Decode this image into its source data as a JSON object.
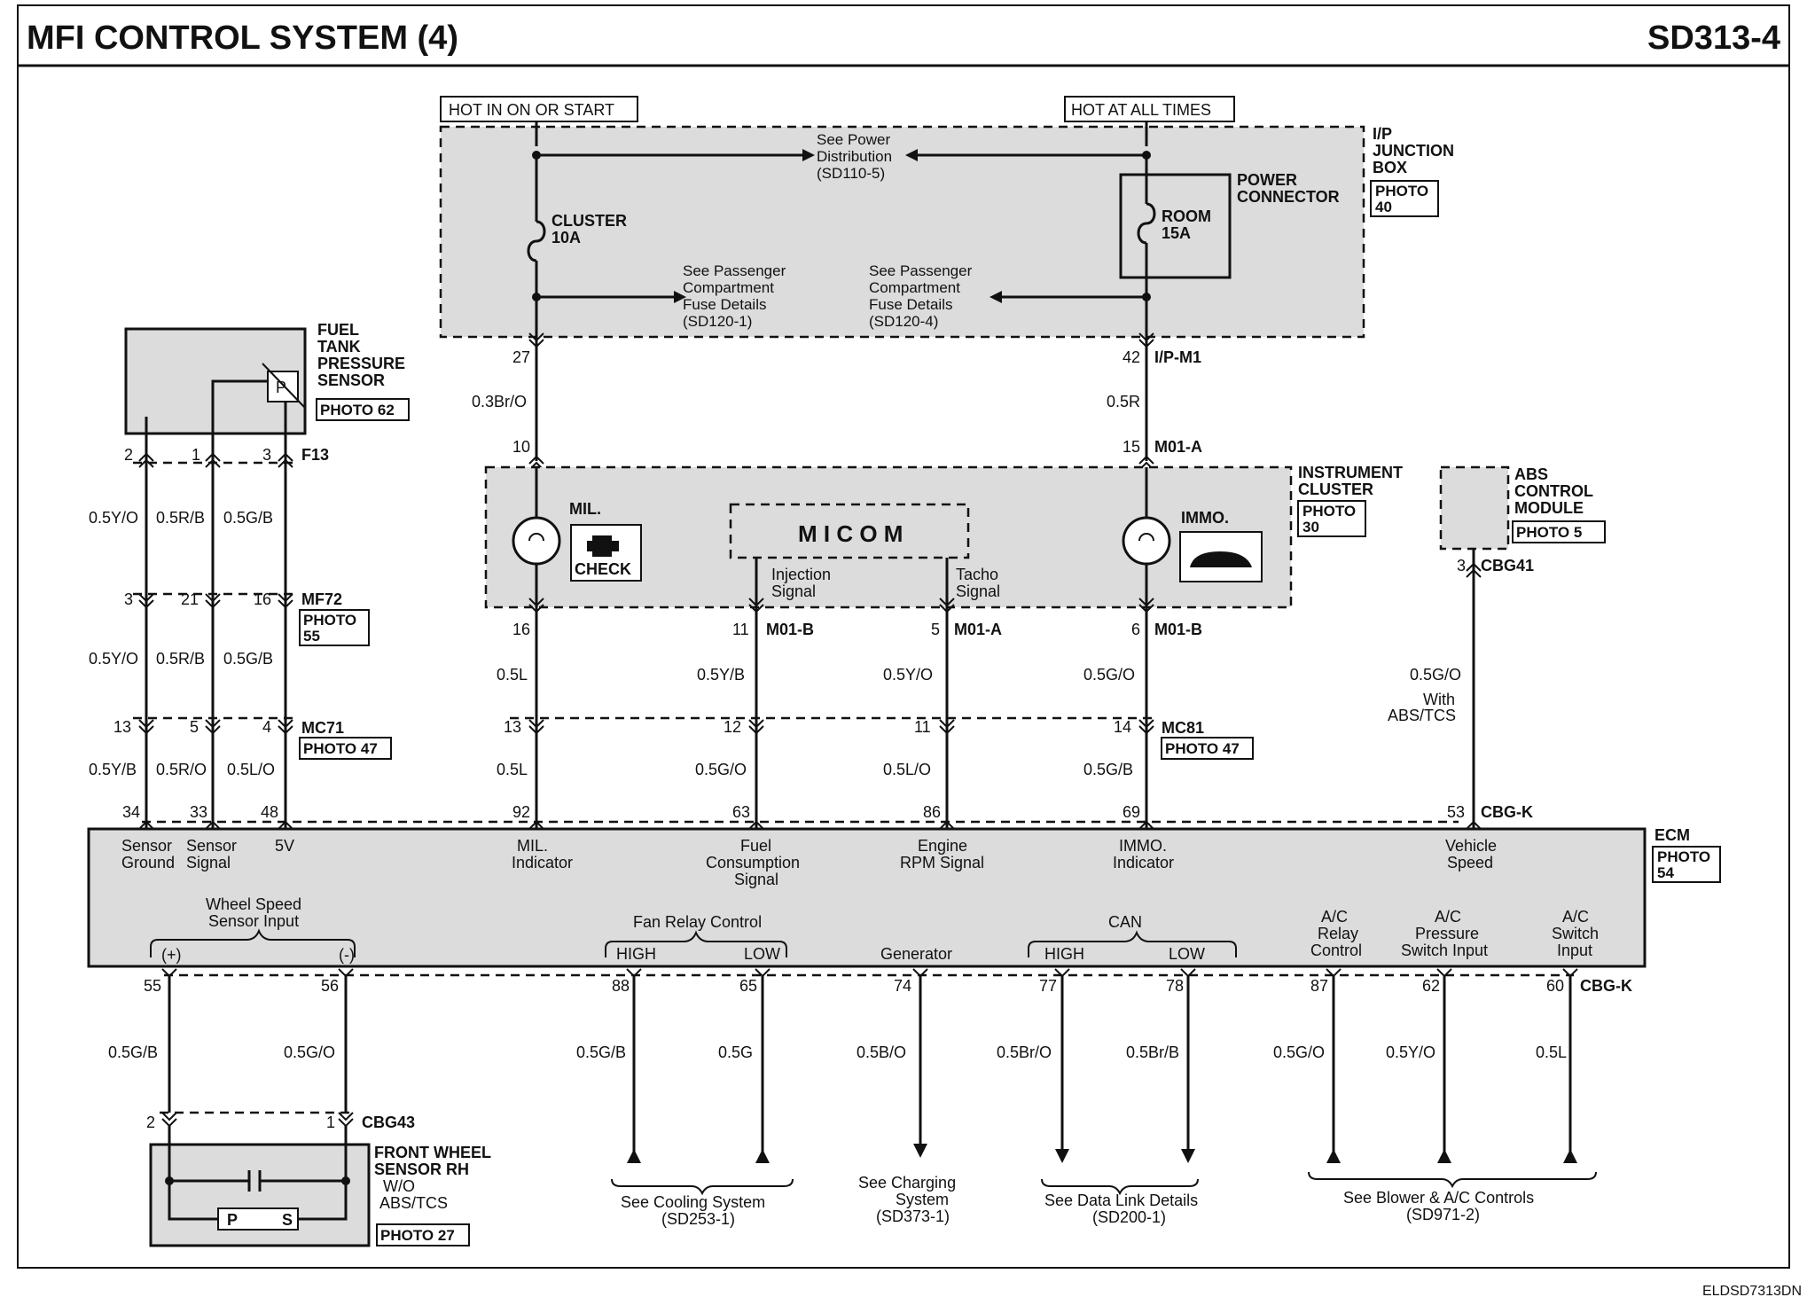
{
  "title": "MFI CONTROL SYSTEM (4)",
  "page_code": "SD313-4",
  "footer_code": "ELDSD7313DN",
  "power": {
    "hot_run": "HOT IN ON OR START",
    "hot_always": "HOT AT ALL TIMES",
    "see_power_dist": [
      "See Power",
      "Distribution",
      "(SD110-5)"
    ],
    "see_pass_fuse_1": [
      "See Passenger",
      "Compartment",
      "Fuse Details",
      "(SD120-1)"
    ],
    "see_pass_fuse_4": [
      "See Passenger",
      "Compartment",
      "Fuse Details",
      "(SD120-4)"
    ],
    "cluster_fuse": [
      "CLUSTER",
      "10A"
    ],
    "room_fuse": [
      "ROOM",
      "15A"
    ],
    "power_connector": [
      "POWER",
      "CONNECTOR"
    ],
    "ip_junction": [
      "I/P",
      "JUNCTION",
      "BOX"
    ],
    "ip_photo": [
      "PHOTO",
      "40"
    ]
  },
  "wires": {
    "left_pin27": "27",
    "left_wire_top": "0.3Br/O",
    "left_pin10": "10",
    "right_pin42": "42",
    "right_conn_top": "I/P-M1",
    "right_wire_top": "0.5R",
    "right_pin15": "15",
    "right_conn_m01a": "M01-A"
  },
  "cluster": {
    "label": [
      "INSTRUMENT",
      "CLUSTER"
    ],
    "photo": [
      "PHOTO",
      "30"
    ],
    "mil": "MIL.",
    "check": "CHECK",
    "micom": "M I C O M",
    "immo": "IMMO.",
    "injection": [
      "Injection",
      "Signal"
    ],
    "tacho": [
      "Tacho",
      "Signal"
    ]
  },
  "cluster_pins": [
    {
      "pin": "16",
      "conn": "",
      "wire": "0.5L",
      "mc_pin": "13",
      "wire2": "0.5L",
      "ecm_pin": "92"
    },
    {
      "pin": "11",
      "conn": "M01-B",
      "wire": "0.5Y/B",
      "mc_pin": "12",
      "wire2": "0.5G/O",
      "ecm_pin": "63"
    },
    {
      "pin": "5",
      "conn": "M01-A",
      "wire": "0.5Y/O",
      "mc_pin": "11",
      "wire2": "0.5L/O",
      "ecm_pin": "86"
    },
    {
      "pin": "6",
      "conn": "M01-B",
      "wire": "0.5G/O",
      "mc_pin": "14",
      "wire2": "0.5G/B",
      "ecm_pin": "69"
    }
  ],
  "mc81": {
    "conn": "MC81",
    "photo": "PHOTO 47"
  },
  "fuel_tank": {
    "label": [
      "FUEL",
      "TANK",
      "PRESSURE",
      "SENSOR"
    ],
    "photo": "PHOTO 62",
    "sensor_glyph": "P",
    "conn": "F13",
    "pins": [
      "2",
      "1",
      "3"
    ],
    "wires": [
      "0.5Y/O",
      "0.5R/B",
      "0.5G/B"
    ],
    "mf72_pins": [
      "3",
      "21",
      "16"
    ],
    "mf72_conn": "MF72",
    "mf72_photo": [
      "PHOTO",
      "55"
    ],
    "wires2": [
      "0.5Y/O",
      "0.5R/B",
      "0.5G/B"
    ],
    "mc71_pins": [
      "13",
      "5",
      "4"
    ],
    "mc71_conn": "MC71",
    "mc71_photo": "PHOTO 47",
    "wires3": [
      "0.5Y/B",
      "0.5R/O",
      "0.5L/O"
    ],
    "ecm_pins": [
      "34",
      "33",
      "48"
    ]
  },
  "abs": {
    "label": [
      "ABS",
      "CONTROL",
      "MODULE"
    ],
    "photo": "PHOTO 5",
    "pin": "3",
    "conn": "CBG41",
    "wire": "0.5G/O",
    "note": [
      "With",
      "ABS/TCS"
    ],
    "ecm_pin": "53",
    "ecm_conn": "CBG-K"
  },
  "ecm": {
    "label": "ECM",
    "photo": [
      "PHOTO",
      "54"
    ],
    "sensor_ground": [
      "Sensor",
      "Ground"
    ],
    "sensor_signal": [
      "Sensor",
      "Signal"
    ],
    "five_v": "5V",
    "mil_indicator": [
      "MIL.",
      "Indicator"
    ],
    "fuel_consumption": [
      "Fuel",
      "Consumption",
      "Signal"
    ],
    "engine_rpm": [
      "Engine",
      "RPM Signal"
    ],
    "immo_indicator": [
      "IMMO.",
      "Indicator"
    ],
    "vehicle_speed": [
      "Vehicle",
      "Speed"
    ],
    "wheel_speed": [
      "Wheel Speed",
      "Sensor Input"
    ],
    "plus": "(+)",
    "minus": "(-)",
    "fan_relay": "Fan Relay Control",
    "high": "HIGH",
    "low": "LOW",
    "generator": "Generator",
    "can": "CAN",
    "ac_relay": [
      "A/C",
      "Relay",
      "Control"
    ],
    "ac_pressure": [
      "A/C",
      "Pressure",
      "Switch Input"
    ],
    "ac_switch": [
      "A/C",
      "Switch",
      "Input"
    ]
  },
  "bottom_pins": [
    {
      "pin": "55",
      "wire": "0.5G/B"
    },
    {
      "pin": "56",
      "wire": "0.5G/O"
    },
    {
      "pin": "88",
      "wire": "0.5G/B"
    },
    {
      "pin": "65",
      "wire": "0.5G"
    },
    {
      "pin": "74",
      "wire": "0.5B/O"
    },
    {
      "pin": "77",
      "wire": "0.5Br/O"
    },
    {
      "pin": "78",
      "wire": "0.5Br/B"
    },
    {
      "pin": "87",
      "wire": "0.5G/O"
    },
    {
      "pin": "62",
      "wire": "0.5Y/O"
    },
    {
      "pin": "60",
      "wire": "0.5L"
    }
  ],
  "bottom_conn": "CBG-K",
  "wheel_sensor": {
    "pins": [
      "2",
      "1"
    ],
    "conn": "CBG43",
    "label": [
      "FRONT WHEEL",
      "SENSOR RH",
      "W/O",
      "ABS/TCS"
    ],
    "photo": "PHOTO 27",
    "p": "P",
    "s": "S"
  },
  "refs": {
    "cooling": [
      "See Cooling System",
      "(SD253-1)"
    ],
    "charging": [
      "See Charging",
      "System",
      "(SD373-1)"
    ],
    "datalink": [
      "See Data Link Details",
      "(SD200-1)"
    ],
    "blower": [
      "See Blower & A/C Controls",
      "(SD971-2)"
    ]
  }
}
